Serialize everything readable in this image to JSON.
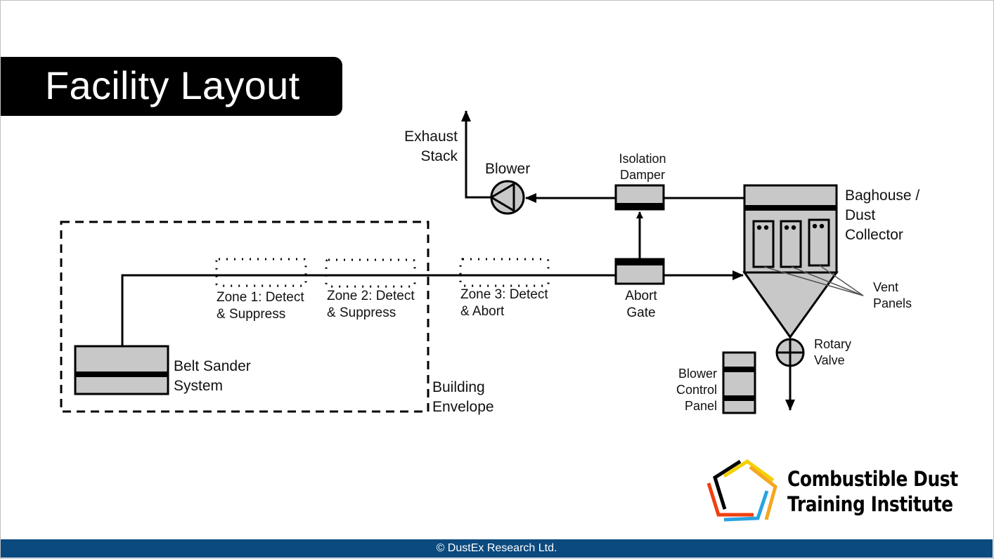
{
  "slide": {
    "title": "Facility Layout",
    "footer": "© DustEx Research Ltd."
  },
  "diagram": {
    "components": {
      "belt_sander": [
        "Belt Sander",
        "System"
      ],
      "building_envelope": [
        "Building",
        "Envelope"
      ],
      "zone1": [
        "Zone 1: Detect",
        "& Suppress"
      ],
      "zone2": [
        "Zone 2: Detect",
        "& Suppress"
      ],
      "zone3": [
        "Zone 3: Detect",
        "& Abort"
      ],
      "abort_gate": [
        "Abort",
        "Gate"
      ],
      "isolation_damper": [
        "Isolation",
        "Damper"
      ],
      "blower": "Blower",
      "exhaust_stack": [
        "Exhaust",
        "Stack"
      ],
      "baghouse": [
        "Baghouse /",
        "Dust",
        "Collector"
      ],
      "vent_panels": [
        "Vent",
        "Panels"
      ],
      "rotary_valve": [
        "Rotary",
        "Valve"
      ],
      "blower_control_panel": [
        "Blower",
        "Control",
        "Panel"
      ]
    },
    "colors": {
      "equipment_fill": "#c8c8c8",
      "line": "#000000",
      "leader_line": "#555555"
    }
  },
  "logo": {
    "line1": "Combustible Dust",
    "line2": "Training Institute",
    "colors": [
      "#000000",
      "#f5d000",
      "#f5a623",
      "#2aa3e0",
      "#f04010"
    ]
  },
  "theme": {
    "footer_bg": "#0b4a7e",
    "title_bg": "#000000"
  }
}
